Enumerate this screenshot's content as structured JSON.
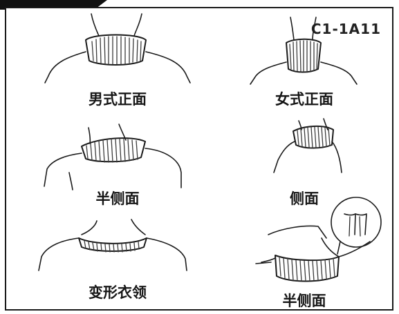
{
  "header": {
    "code": "C1-1A11"
  },
  "panels": [
    {
      "id": "male-front",
      "caption": "男式正面"
    },
    {
      "id": "female-front",
      "caption": "女式正面"
    },
    {
      "id": "half-side-1",
      "caption": "半侧面"
    },
    {
      "id": "side",
      "caption": "侧面"
    },
    {
      "id": "variant-collar",
      "caption": "变形衣领"
    },
    {
      "id": "half-side-2",
      "caption": "半侧面"
    }
  ],
  "colors": {
    "ink": "#1a1a1a",
    "rib": "#3a3a3a",
    "paper": "#ffffff"
  }
}
